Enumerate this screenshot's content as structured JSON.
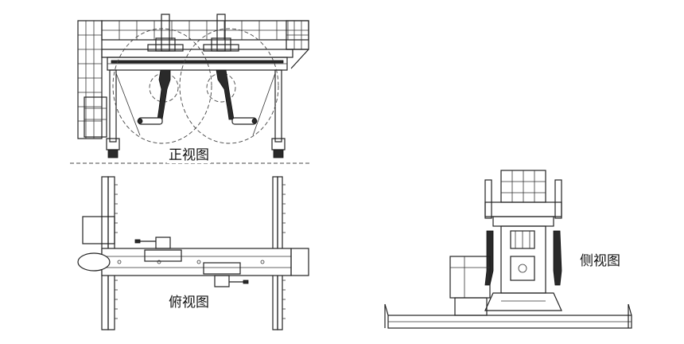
{
  "labels": {
    "front_view": "正视图",
    "top_view": "俯视图",
    "side_view": "侧视图"
  },
  "colors": {
    "line": "#222222",
    "background": "#ffffff"
  }
}
